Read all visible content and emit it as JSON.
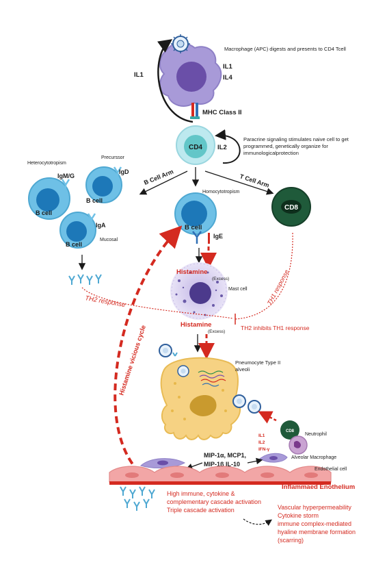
{
  "labels": {
    "macrophage_caption": "Macrophage (APC) digests and presents to CD4 Tcell",
    "il1_left": "IL1",
    "macrophage_il1": "IL1",
    "macrophage_il4": "IL4",
    "mhc": "MHC Class II",
    "cd4": "CD4",
    "il2": "IL2",
    "paracrine_line1": "Paracrine signaling stimulates naive cell to get",
    "paracrine_line2": "programmed,  genetically organize for",
    "paracrine_line3": "immunologicalprotection",
    "b_cell_arm": "B Cell Arm",
    "t_cell_arm": "T Cell Arm",
    "homocytotropism": "Homocytotropism",
    "heterocytotropism": "Heterocytotropism",
    "precursor": "Precurssor",
    "igmg": "IgM/G",
    "igd": "IgD",
    "iga": "IgA",
    "mucosal": "Mucosal",
    "b_cell_1": "B cell",
    "b_cell_2": "B cell",
    "b_cell_3": "B cell",
    "b_cell_main": "B cell",
    "ige": "IgE",
    "cd8": "CD8",
    "histamine_1": "Histamine",
    "excess_1": "(Excess)",
    "mast_cell": "Mast cell",
    "histamine_2": "Histamine",
    "excess_2": "(Excess)",
    "th2_response": "TH2 response",
    "th1_response": "TH1 response",
    "th2_inhibits": "TH2 inhibits TH1 response",
    "vicious_cycle": "Histamine vicious cycle",
    "pneumocyte_line1": "Pneumocyte Type II",
    "pneumocyte_line2": "alveoli",
    "neutrophil": "Neutrophil",
    "cd8_small": "CD8",
    "cyt_il1": "IL1",
    "cyt_il2": "IL2",
    "cyt_ifn": "IFN-γ",
    "alveolar_macrophage": "Alveolar Macrophage",
    "mip_line1": "MIP-1α, MCP1,",
    "mip_line2": "MIP-1β IL-10",
    "endothelial": "Endothelial cell",
    "inflamed": "Inflammaed Enothelium",
    "immune_line1": "High immune, cytokine &",
    "immune_line2": "complementary cascade activation",
    "immune_line3": "Triple cascade activation",
    "outcome_line1": "Vascular hyperpermeability",
    "outcome_line2": "Cytokine storm",
    "outcome_line3": "immune complex-mediated",
    "outcome_line4": "hyaline membrane formation",
    "outcome_line5": "(scarring)"
  },
  "colors": {
    "red": "#d42a20",
    "black": "#1a1a1a",
    "bcell": "#6ec0e6",
    "bcell_nucleus": "#1d78b8",
    "cd4": "#bde9ef",
    "cd4_nucleus": "#62c6c8",
    "cd8": "#1f5a3a",
    "macrophage": "#a89ad8",
    "pneumocyte": "#f6d283",
    "endothelium": "#f2a6a6"
  }
}
